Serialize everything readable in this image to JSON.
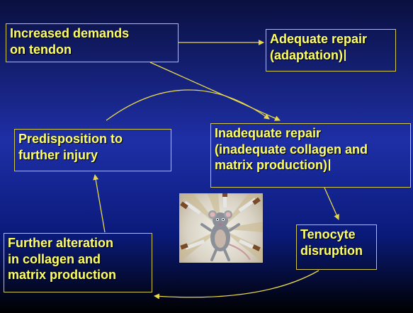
{
  "slide": {
    "boxes": {
      "increased_demands": "Increased demands\non tendon",
      "adequate_repair": "Adequate repair\n(adaptation)",
      "inadequate_repair": "Inadequate repair\n(inadequate collagen and\nmatrix production)",
      "predisposition": "Predisposition to\nfurther injury",
      "tenocyte": "Tenocyte\ndisruption",
      "further_alteration": "Further alteration\nin collagen and\nmatrix production"
    },
    "colors": {
      "text": "#ffff66",
      "border": "#d4c84a",
      "arrow": "#e8d84a",
      "background_top": "#0a1040",
      "background_mid": "#1e2fa6",
      "background_bottom": "#000000"
    },
    "image": {
      "icon": "cartoon-rat-with-flying-knives-image"
    }
  }
}
